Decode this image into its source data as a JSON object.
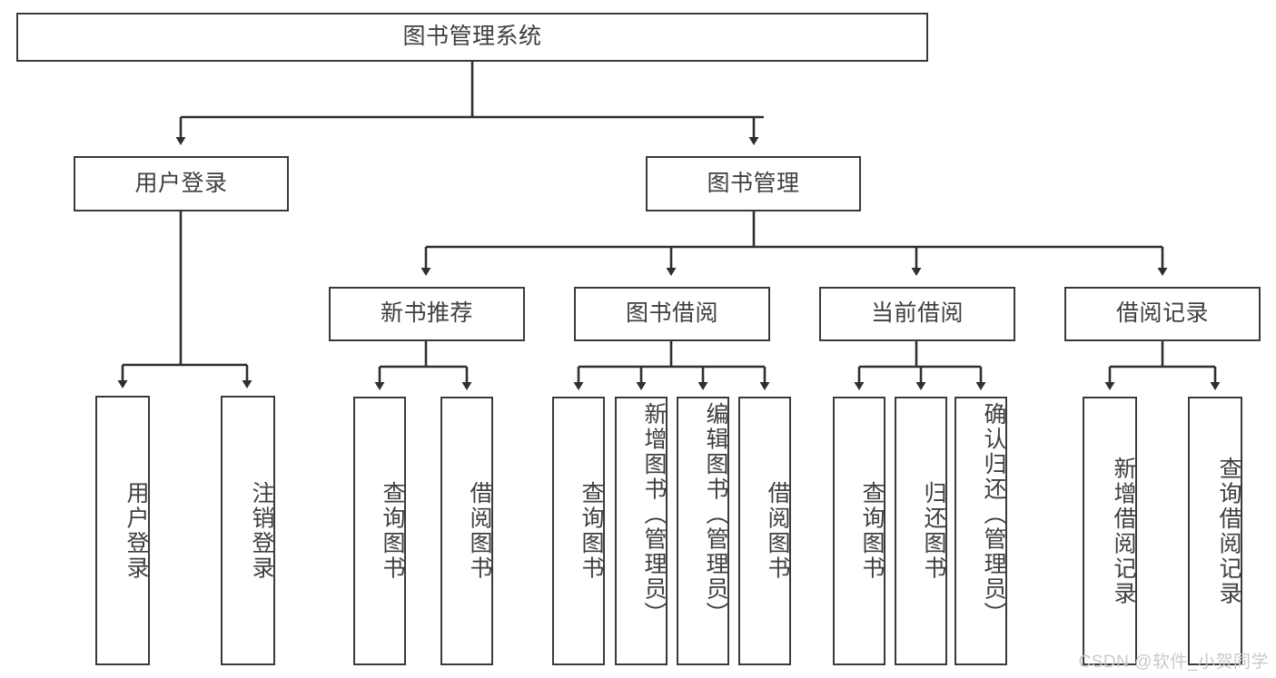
{
  "diagram": {
    "type": "tree-hierarchy",
    "title": "图书管理系统",
    "watermark": "CSDN @软件_小贺同学",
    "colors": {
      "box_border": "#3a3a3a",
      "box_fill": "#ffffff",
      "text": "#3f3f3f",
      "edge": "#2f2f2f",
      "watermark": "#c9c9c9",
      "background": "#ffffff"
    },
    "nodes": {
      "root": {
        "label": "图书管理系统",
        "orientation": "horizontal"
      },
      "level2": [
        {
          "id": "user-login",
          "label": "用户登录",
          "orientation": "horizontal"
        },
        {
          "id": "book-manage",
          "label": "图书管理",
          "orientation": "horizontal"
        }
      ],
      "level3": [
        {
          "id": "new-book-rec",
          "label": "新书推荐",
          "orientation": "horizontal"
        },
        {
          "id": "book-borrow",
          "label": "图书借阅",
          "orientation": "horizontal"
        },
        {
          "id": "current-borrow",
          "label": "当前借阅",
          "orientation": "horizontal"
        },
        {
          "id": "borrow-record",
          "label": "借阅记录",
          "orientation": "horizontal"
        }
      ],
      "leaves": [
        {
          "id": "leaf-user-login",
          "label": "用户登录",
          "parent": "user-login"
        },
        {
          "id": "leaf-logout",
          "label": "注销登录",
          "parent": "user-login"
        },
        {
          "id": "leaf-query-book-1",
          "label": "查询图书",
          "parent": "new-book-rec"
        },
        {
          "id": "leaf-borrow-book-1",
          "label": "借阅图书",
          "parent": "new-book-rec"
        },
        {
          "id": "leaf-query-book-2",
          "label": "查询图书",
          "parent": "book-borrow"
        },
        {
          "id": "leaf-add-book",
          "label": "新增图书（管理员）",
          "parent": "book-borrow"
        },
        {
          "id": "leaf-edit-book",
          "label": "编辑图书（管理员）",
          "parent": "book-borrow"
        },
        {
          "id": "leaf-borrow-book-2",
          "label": "借阅图书",
          "parent": "book-borrow"
        },
        {
          "id": "leaf-query-book-3",
          "label": "查询图书",
          "parent": "current-borrow"
        },
        {
          "id": "leaf-return-book",
          "label": "归还图书",
          "parent": "current-borrow"
        },
        {
          "id": "leaf-confirm-return",
          "label": "确认归还（管理员）",
          "parent": "current-borrow"
        },
        {
          "id": "leaf-add-record",
          "label": "新增借阅记录",
          "parent": "borrow-record"
        },
        {
          "id": "leaf-query-record",
          "label": "查询借阅记录",
          "parent": "borrow-record"
        }
      ]
    }
  }
}
